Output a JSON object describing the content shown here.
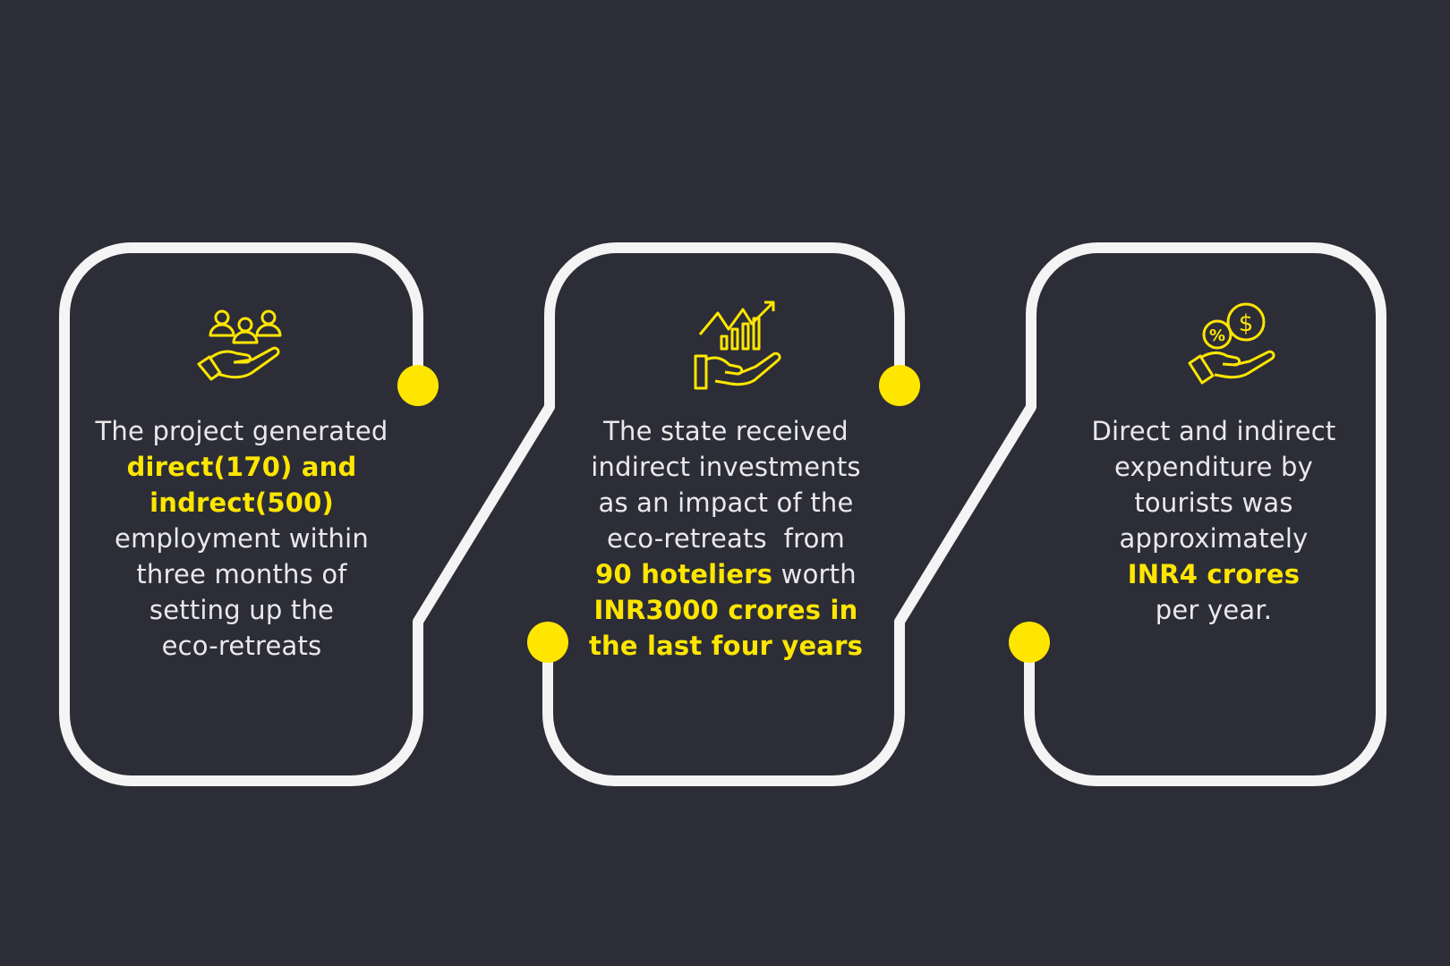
{
  "colors": {
    "background": "#2c2d37",
    "line": "#f4f4f4",
    "accent": "#ffe600",
    "text": "#e9e9ec"
  },
  "cards": [
    {
      "icon": "hand-holding-people-icon",
      "lines": [
        {
          "text": "The project generated",
          "highlight": false
        },
        {
          "text": "direct(170) and",
          "highlight": true
        },
        {
          "text": "indrect(500)",
          "highlight": true
        },
        {
          "text": "employment within",
          "highlight": false
        },
        {
          "text": "three months of",
          "highlight": false
        },
        {
          "text": "setting up the",
          "highlight": false
        },
        {
          "text": "eco-retreats",
          "highlight": false
        }
      ]
    },
    {
      "icon": "hand-holding-growth-chart-icon",
      "lines": [
        {
          "text": "The state received"
        },
        {
          "text": "indirect investments"
        },
        {
          "text": "as an impact of the"
        },
        {
          "text": "eco-retreats  from"
        },
        {
          "hl": "90 hoteliers",
          "rest": " worth"
        },
        {
          "text": "INR3000 crores in",
          "highlight": true
        },
        {
          "text": "the last four years",
          "highlight": true
        }
      ]
    },
    {
      "icon": "hand-holding-money-icon",
      "lines": [
        {
          "text": "Direct and indirect",
          "highlight": false
        },
        {
          "text": "expenditure by",
          "highlight": false
        },
        {
          "text": "tourists was",
          "highlight": false
        },
        {
          "text": "approximately",
          "highlight": false
        },
        {
          "text": "INR4 crores",
          "highlight": true
        },
        {
          "text": "per year.",
          "highlight": false
        }
      ]
    }
  ]
}
